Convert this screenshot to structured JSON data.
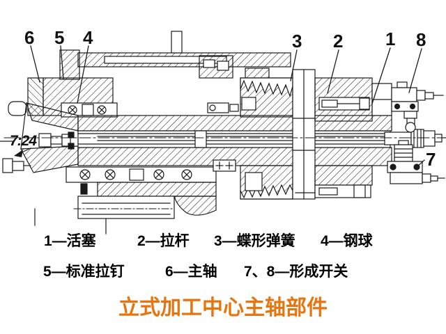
{
  "diagram": {
    "taper_label": "7:24",
    "callouts": {
      "c1": "1",
      "c2": "2",
      "c3": "3",
      "c4": "4",
      "c5": "5",
      "c6": "6",
      "c7": "7",
      "c8": "8"
    }
  },
  "legend": {
    "row1": [
      "1—活塞",
      "2—拉杆",
      "3—蝶形弹簧",
      "4—钢球"
    ],
    "row2": [
      "5—标准拉钉",
      "6—主轴",
      "7、8—形成开关"
    ]
  },
  "title": {
    "text": "立式加工中心主轴部件"
  },
  "colors": {
    "background": "#ffffff",
    "line": "#1a1a1a",
    "legend_text": "#000000",
    "title": "#E8740E"
  }
}
